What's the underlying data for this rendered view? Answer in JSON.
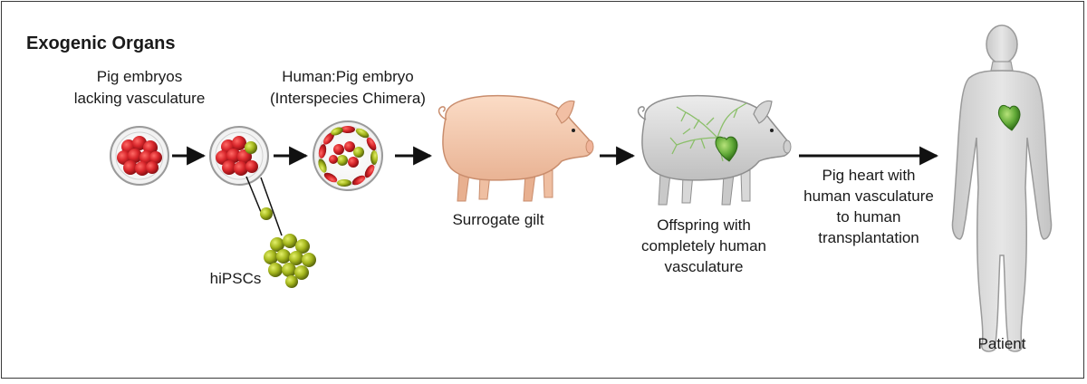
{
  "title": "Exogenic Organs",
  "labels": {
    "pig_embryos": [
      "Pig embryos",
      "lacking vasculature"
    ],
    "chimera": [
      "Human:Pig embryo",
      "(Interspecies Chimera)"
    ],
    "hipscs": "hiPSCs",
    "surrogate": "Surrogate gilt",
    "offspring": [
      "Offspring with",
      "completely human",
      "vasculature"
    ],
    "transplant": [
      "Pig heart with",
      "human vasculature",
      "to human",
      "transplantation"
    ],
    "patient": "Patient"
  },
  "colors": {
    "embryo_red": "#d8262b",
    "cell_green": "#a6b81e",
    "pig_pink": "#f7cdb3",
    "grey_pig": "#dcdcdc",
    "patient_grey": "#d9d9d9",
    "heart_green": "#6db33f",
    "arrow": "#111111"
  },
  "icons": [
    "petri-dish-icon",
    "arrow-icon",
    "pig-icon",
    "heart-icon",
    "human-silhouette-icon"
  ]
}
